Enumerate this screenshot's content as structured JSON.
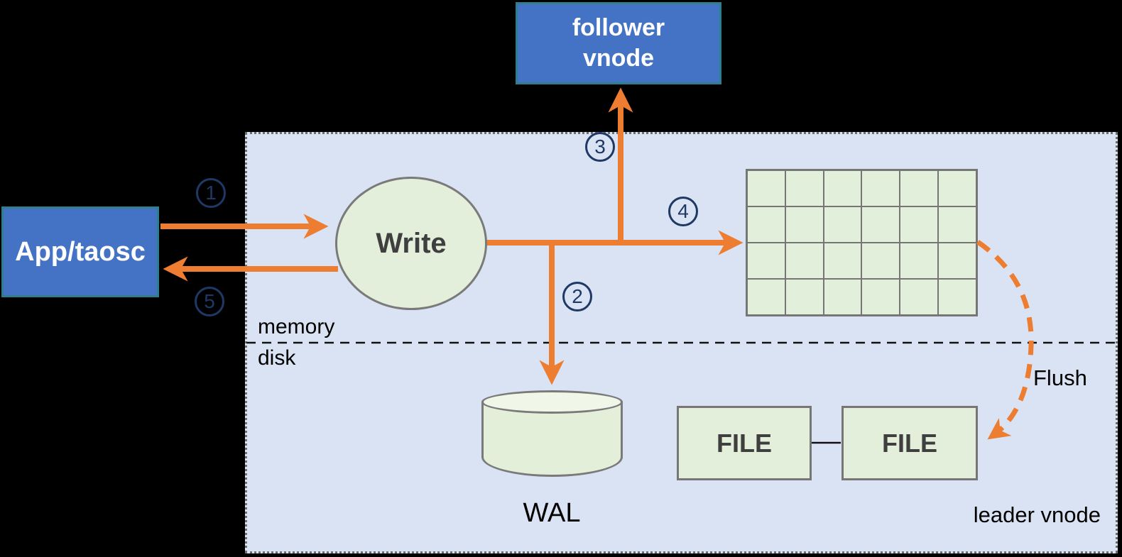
{
  "diagram": {
    "description_visible_text_only": true,
    "colors": {
      "background": "#000000",
      "panel_fill": "#dae3f3",
      "node_blue": "#4473c5",
      "node_blue_border": "#2e7e8f",
      "node_green": "#e3efda",
      "cylinder_top_green": "#f0f6e8",
      "border_gray": "#767676",
      "arrow_orange": "#ed7d31",
      "step_navy": "#1f3864",
      "dark_text": "#3f3f3f"
    }
  },
  "nodes": {
    "follower_vnode": {
      "label": "follower\nvnode"
    },
    "app": {
      "label": "App/taosc"
    },
    "write": {
      "label": "Write"
    },
    "wal": {
      "label": "WAL"
    },
    "file_left": {
      "label": "FILE"
    },
    "file_right": {
      "label": "FILE"
    }
  },
  "labels": {
    "memory": "memory",
    "disk": "disk",
    "flush": "Flush",
    "leader_vnode": "leader vnode"
  },
  "steps": [
    {
      "num": "1"
    },
    {
      "num": "2"
    },
    {
      "num": "3"
    },
    {
      "num": "4"
    },
    {
      "num": "5"
    }
  ],
  "memtable_grid": {
    "rows": 4,
    "cols": 6
  }
}
